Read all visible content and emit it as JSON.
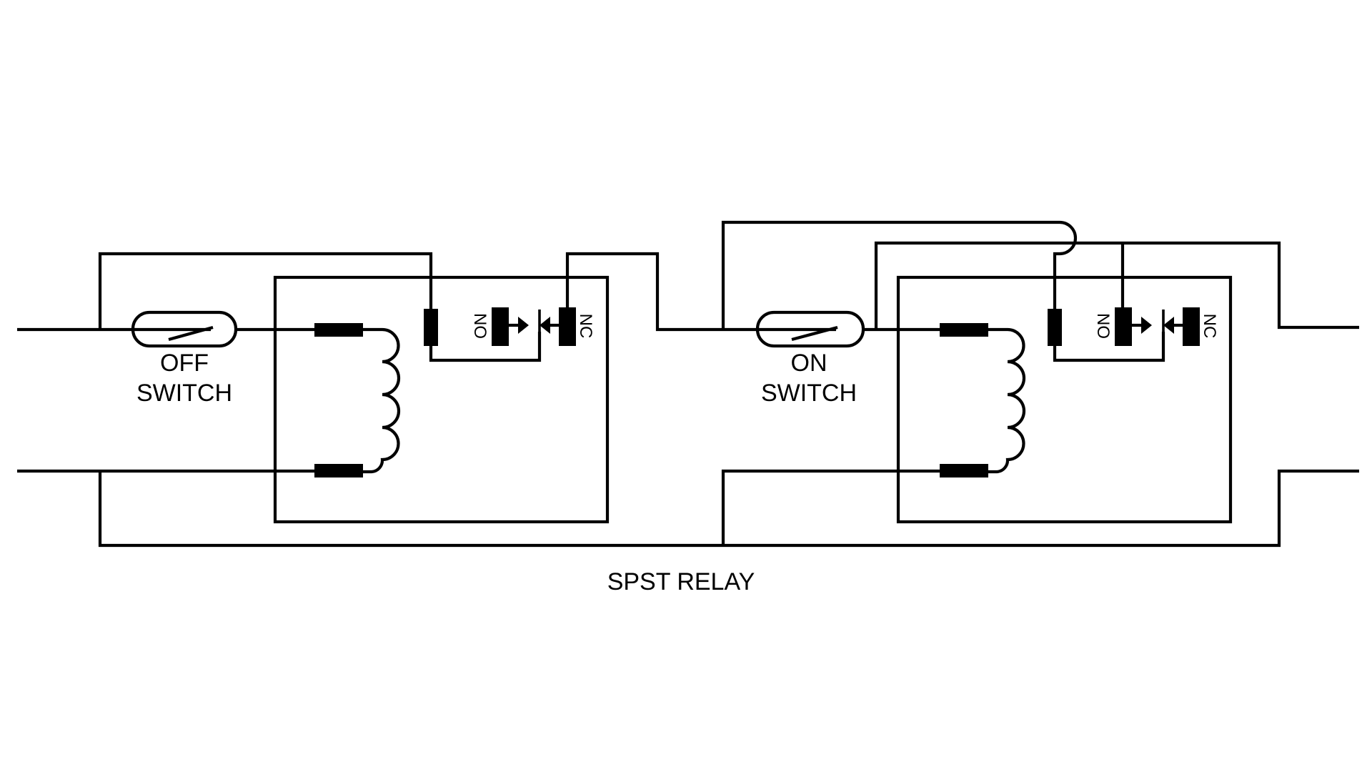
{
  "diagram": {
    "title": "SPST RELAY",
    "left_relay": {
      "switch_label_line1": "OFF",
      "switch_label_line2": "SWITCH",
      "contact_no": "NO",
      "contact_nc": "NC"
    },
    "right_relay": {
      "switch_label_line1": "ON",
      "switch_label_line2": "SWITCH",
      "contact_no": "NO",
      "contact_nc": "NC"
    },
    "colors": {
      "ink": "#000000",
      "background": "#ffffff"
    }
  }
}
